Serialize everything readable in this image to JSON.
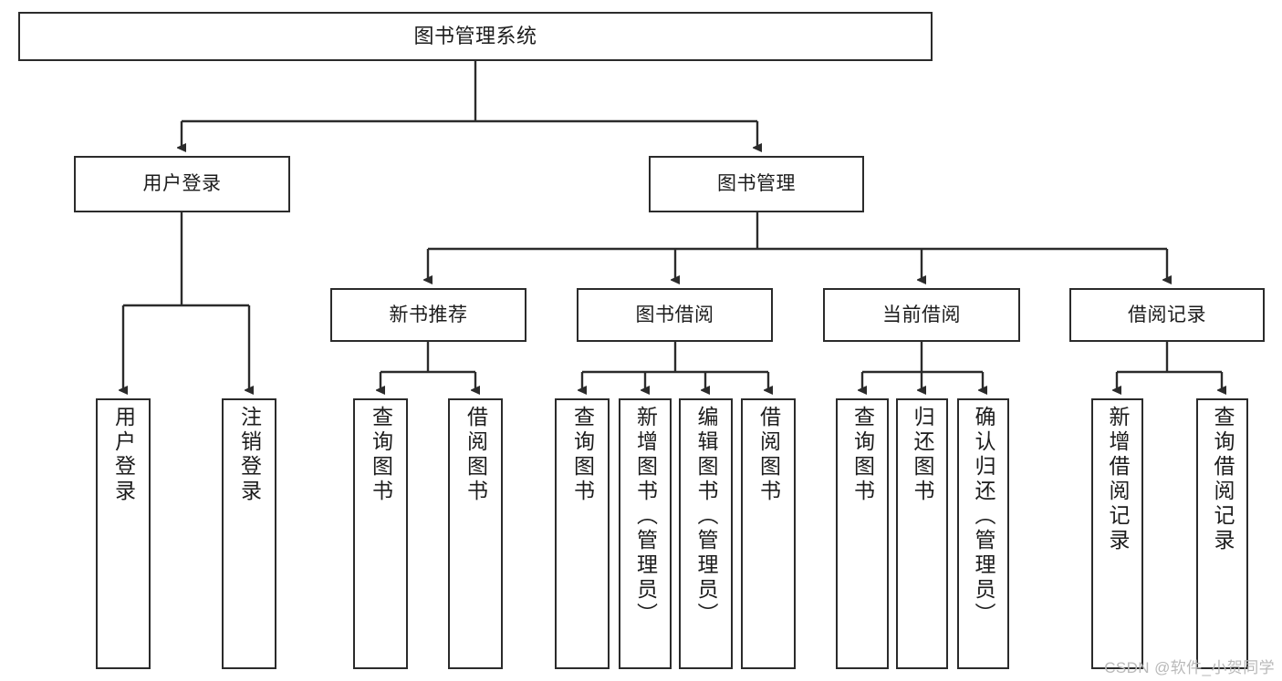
{
  "diagram": {
    "type": "org-chart",
    "title": "图书管理系统",
    "watermark": "CSDN @软件_小贺同学",
    "colors": {
      "box_border": "#2b2b2b",
      "box_fill": "#ffffff",
      "connector": "#2b2b2b",
      "text": "#1c1c1c",
      "watermark": "#b9b9b9"
    },
    "nodes": {
      "root": {
        "label": "图书管理系统"
      },
      "level2": [
        {
          "id": "user-login",
          "label": "用户登录"
        },
        {
          "id": "book-management",
          "label": "图书管理"
        }
      ],
      "level3": [
        {
          "id": "new-book-recommend",
          "label": "新书推荐"
        },
        {
          "id": "book-borrow",
          "label": "图书借阅"
        },
        {
          "id": "current-borrow",
          "label": "当前借阅"
        },
        {
          "id": "borrow-record",
          "label": "借阅记录"
        }
      ],
      "leaves": {
        "user-login": [
          {
            "id": "leaf-user-login",
            "label": "用户登录"
          },
          {
            "id": "leaf-logout",
            "label": "注销登录"
          }
        ],
        "new-book-recommend": [
          {
            "id": "leaf-query-book-1",
            "label": "查询图书"
          },
          {
            "id": "leaf-borrow-book-1",
            "label": "借阅图书"
          }
        ],
        "book-borrow": [
          {
            "id": "leaf-query-book-2",
            "label": "查询图书"
          },
          {
            "id": "leaf-add-book",
            "label": "新增图书（管理员）"
          },
          {
            "id": "leaf-edit-book",
            "label": "编辑图书（管理员）"
          },
          {
            "id": "leaf-borrow-book-2",
            "label": "借阅图书"
          }
        ],
        "current-borrow": [
          {
            "id": "leaf-query-book-3",
            "label": "查询图书"
          },
          {
            "id": "leaf-return-book",
            "label": "归还图书"
          },
          {
            "id": "leaf-confirm-return",
            "label": "确认归还（管理员）"
          }
        ],
        "borrow-record": [
          {
            "id": "leaf-add-record",
            "label": "新增借阅记录"
          },
          {
            "id": "leaf-query-record",
            "label": "查询借阅记录"
          }
        ]
      }
    }
  }
}
